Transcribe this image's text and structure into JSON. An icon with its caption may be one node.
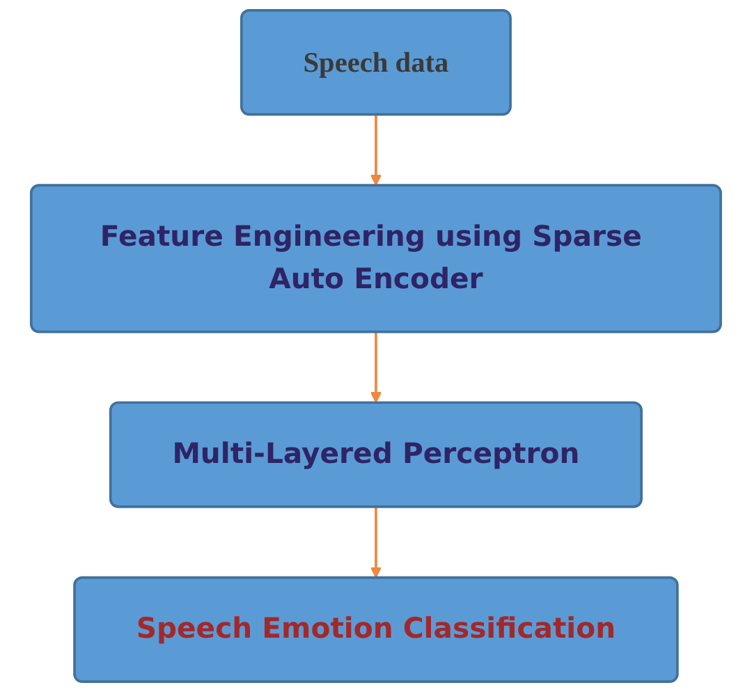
{
  "diagram": {
    "nodes": [
      {
        "text": [
          "Speech data"
        ]
      },
      {
        "text": [
          "Feature Engineering using Sparse Auto Encoder"
        ]
      },
      {
        "text": [
          "Multi-Layered Perceptron"
        ]
      },
      {
        "text": [
          "Speech Emotion Classification"
        ]
      }
    ],
    "edges": [
      {
        "from": 0,
        "to": 1,
        "arrow": "to"
      },
      {
        "from": 1,
        "to": 2,
        "arrow": "to"
      },
      {
        "from": 2,
        "to": 3,
        "arrow": "to"
      }
    ]
  }
}
